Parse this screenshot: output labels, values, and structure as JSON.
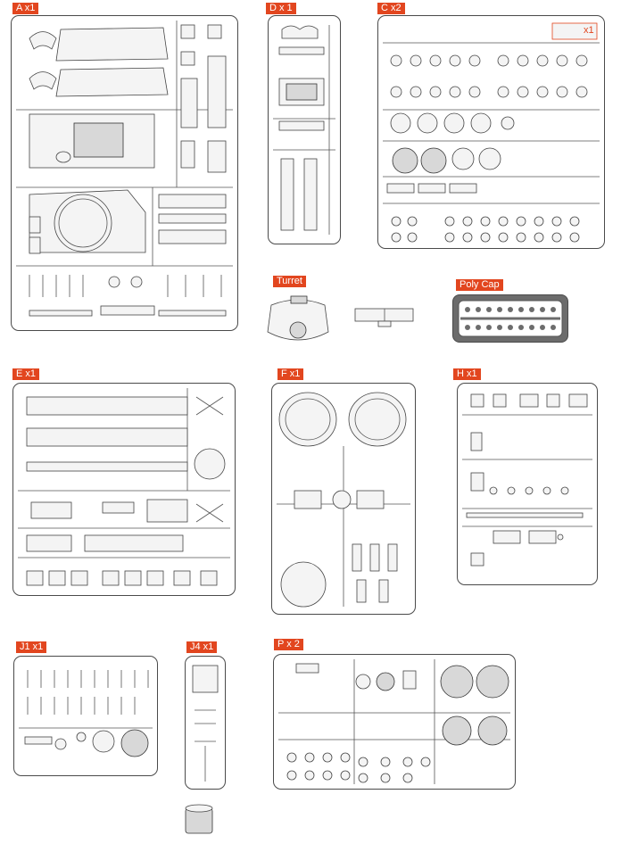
{
  "sheet": {
    "labels": {
      "A": "A x1",
      "D": "D x 1",
      "C": "C x2",
      "turret": "Turret",
      "polycap": "Poly Cap",
      "E": "E x1",
      "F": "F x1",
      "H": "H x1",
      "J1": "J1 x1",
      "J4": "J4 x1",
      "P": "P x 2"
    },
    "c_sprue_inset": "x1",
    "accent_color": "#e2461f"
  }
}
